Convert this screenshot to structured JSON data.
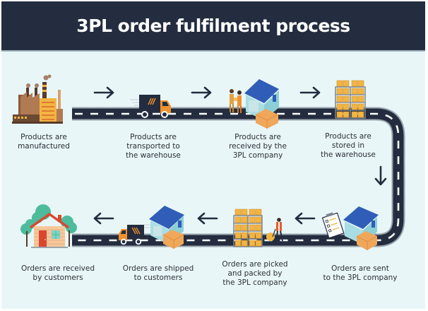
{
  "header": {
    "title": "3PL order fulfilment process"
  },
  "colors": {
    "header_bg": "#232d3f",
    "background": "#e8f6f8",
    "road": "#232d3f",
    "road_edge": "#9aa4ad",
    "lane_dash": "#ffffff",
    "arrow": "#232d3f",
    "warehouse_roof": "#2f5db8",
    "warehouse_wall": "#a8dde3",
    "box": "#f0a75a",
    "shelf_box": "#f2b544",
    "truck_cab": "#f0922e",
    "house_wall": "#f6c79a",
    "house_roof": "#d9472f",
    "tree": "#4dbb9c"
  },
  "steps": [
    {
      "id": 1,
      "icon": "factory-icon",
      "label_lines": [
        "Products are",
        "manufactured"
      ]
    },
    {
      "id": 2,
      "icon": "delivery-truck-icon",
      "label_lines": [
        "Products are",
        "transported to",
        "the warehouse"
      ]
    },
    {
      "id": 3,
      "icon": "warehouse-handover-icon",
      "label_lines": [
        "Products are",
        "received by the",
        "3PL company"
      ]
    },
    {
      "id": 4,
      "icon": "storage-shelves-icon",
      "label_lines": [
        "Products are",
        "stored in",
        "the warehouse"
      ]
    },
    {
      "id": 5,
      "icon": "order-checklist-warehouse-icon",
      "label_lines": [
        "Orders are sent",
        "to the 3PL company"
      ]
    },
    {
      "id": 6,
      "icon": "picking-packing-icon",
      "label_lines": [
        "Orders are picked",
        "and packed by",
        "the 3PL company"
      ]
    },
    {
      "id": 7,
      "icon": "shipping-warehouse-truck-icon",
      "label_lines": [
        "Orders are shipped",
        "to customers"
      ]
    },
    {
      "id": 8,
      "icon": "customer-house-icon",
      "label_lines": [
        "Orders are received",
        "by customers"
      ]
    }
  ],
  "flow_arrows": [
    {
      "from": 1,
      "to": 2,
      "direction": "right"
    },
    {
      "from": 2,
      "to": 3,
      "direction": "right"
    },
    {
      "from": 3,
      "to": 4,
      "direction": "right"
    },
    {
      "from": 4,
      "to": 5,
      "direction": "down"
    },
    {
      "from": 5,
      "to": 6,
      "direction": "left"
    },
    {
      "from": 6,
      "to": 7,
      "direction": "left"
    },
    {
      "from": 7,
      "to": 8,
      "direction": "left"
    }
  ]
}
